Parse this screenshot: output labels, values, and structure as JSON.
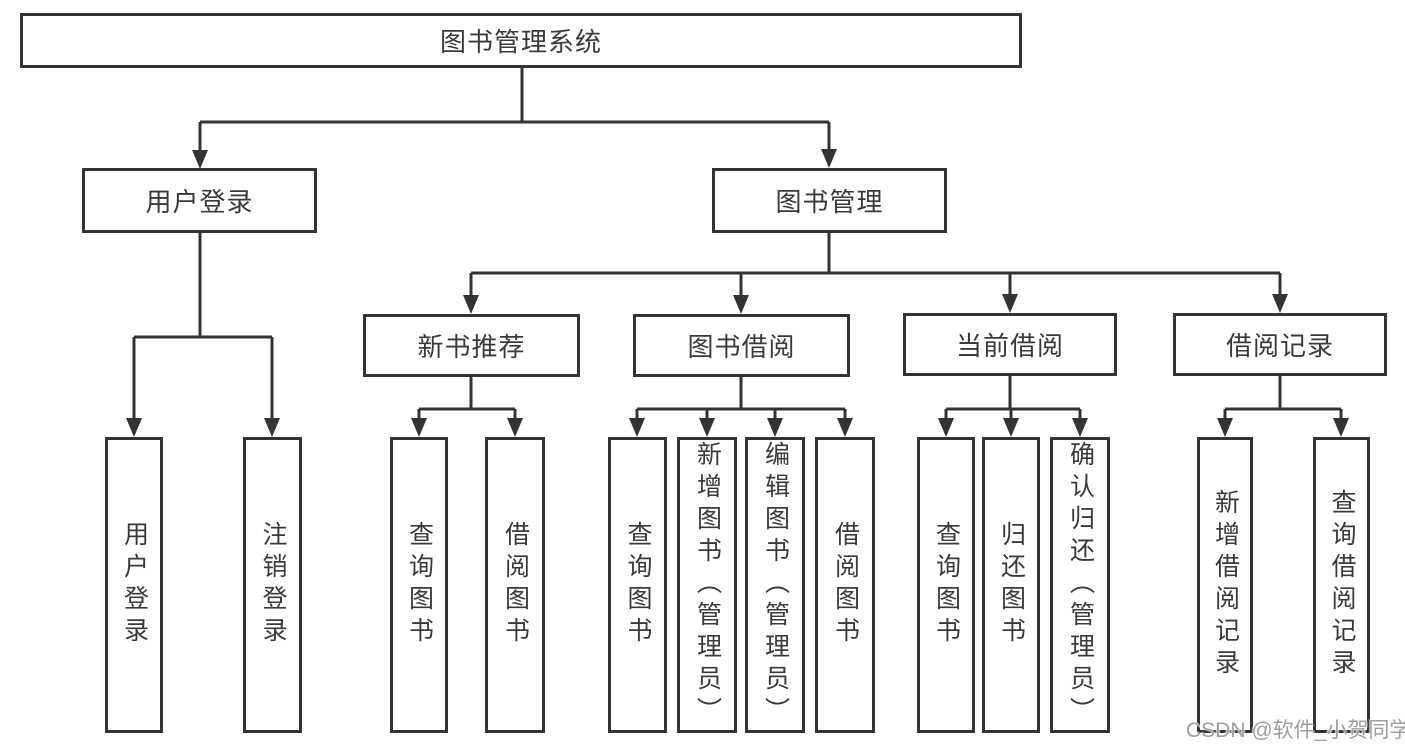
{
  "root": {
    "label": "图书管理系统",
    "children": [
      {
        "label": "用户登录",
        "children": [
          {
            "label": "用户登录"
          },
          {
            "label": "注销登录"
          }
        ]
      },
      {
        "label": "图书管理",
        "children": [
          {
            "label": "新书推荐",
            "children": [
              {
                "label": "查询图书"
              },
              {
                "label": "借阅图书"
              }
            ]
          },
          {
            "label": "图书借阅",
            "children": [
              {
                "label": "查询图书"
              },
              {
                "label": "新增图书（管理员）"
              },
              {
                "label": "编辑图书（管理员）"
              },
              {
                "label": "借阅图书"
              }
            ]
          },
          {
            "label": "当前借阅",
            "children": [
              {
                "label": "查询图书"
              },
              {
                "label": "归还图书"
              },
              {
                "label": "确认归还（管理员）"
              }
            ]
          },
          {
            "label": "借阅记录",
            "children": [
              {
                "label": "新增借阅记录"
              },
              {
                "label": "查询借阅记录"
              }
            ]
          }
        ]
      }
    ]
  },
  "watermark": "CSDN @软件_小贺同学",
  "colors": {
    "line": "#333333",
    "text": "#3a3a3a",
    "box_background": "#ffffff",
    "page_background": "#ffffff",
    "watermark": "#9e9e9e"
  }
}
